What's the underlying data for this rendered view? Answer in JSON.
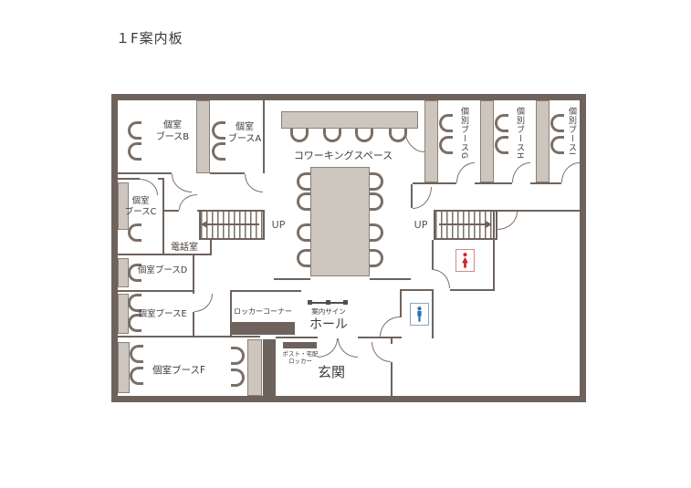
{
  "title": "１F案内板",
  "labels": {
    "booth_b": "個室\nブースB",
    "booth_a": "個室\nブースA",
    "booth_c": "個室\nブースC",
    "booth_d": "個室ブースD",
    "booth_e": "個室ブースE",
    "booth_f": "個室ブースF",
    "booth_g": "個別ブースG",
    "booth_h": "個別ブースH",
    "booth_i": "個別ブースI",
    "coworking": "コワーキングスペース",
    "phone_room": "電話室",
    "stairs_left": "UP",
    "stairs_right": "UP",
    "locker_corner": "ロッカーコーナー",
    "info_sign": "案内サイン",
    "hall": "ホール",
    "post_locker": "ポスト・宅配\nロッカー",
    "entrance": "玄関"
  },
  "icons": {
    "restroom_female": "female-figure",
    "restroom_male": "male-figure"
  },
  "colors": {
    "wall": "#6e635c",
    "furniture_fill": "#cdc6bf",
    "furniture_border": "#8b8077",
    "restroom_female": "#d0262e",
    "restroom_male": "#2c6fad",
    "text": "#3f3b39"
  }
}
